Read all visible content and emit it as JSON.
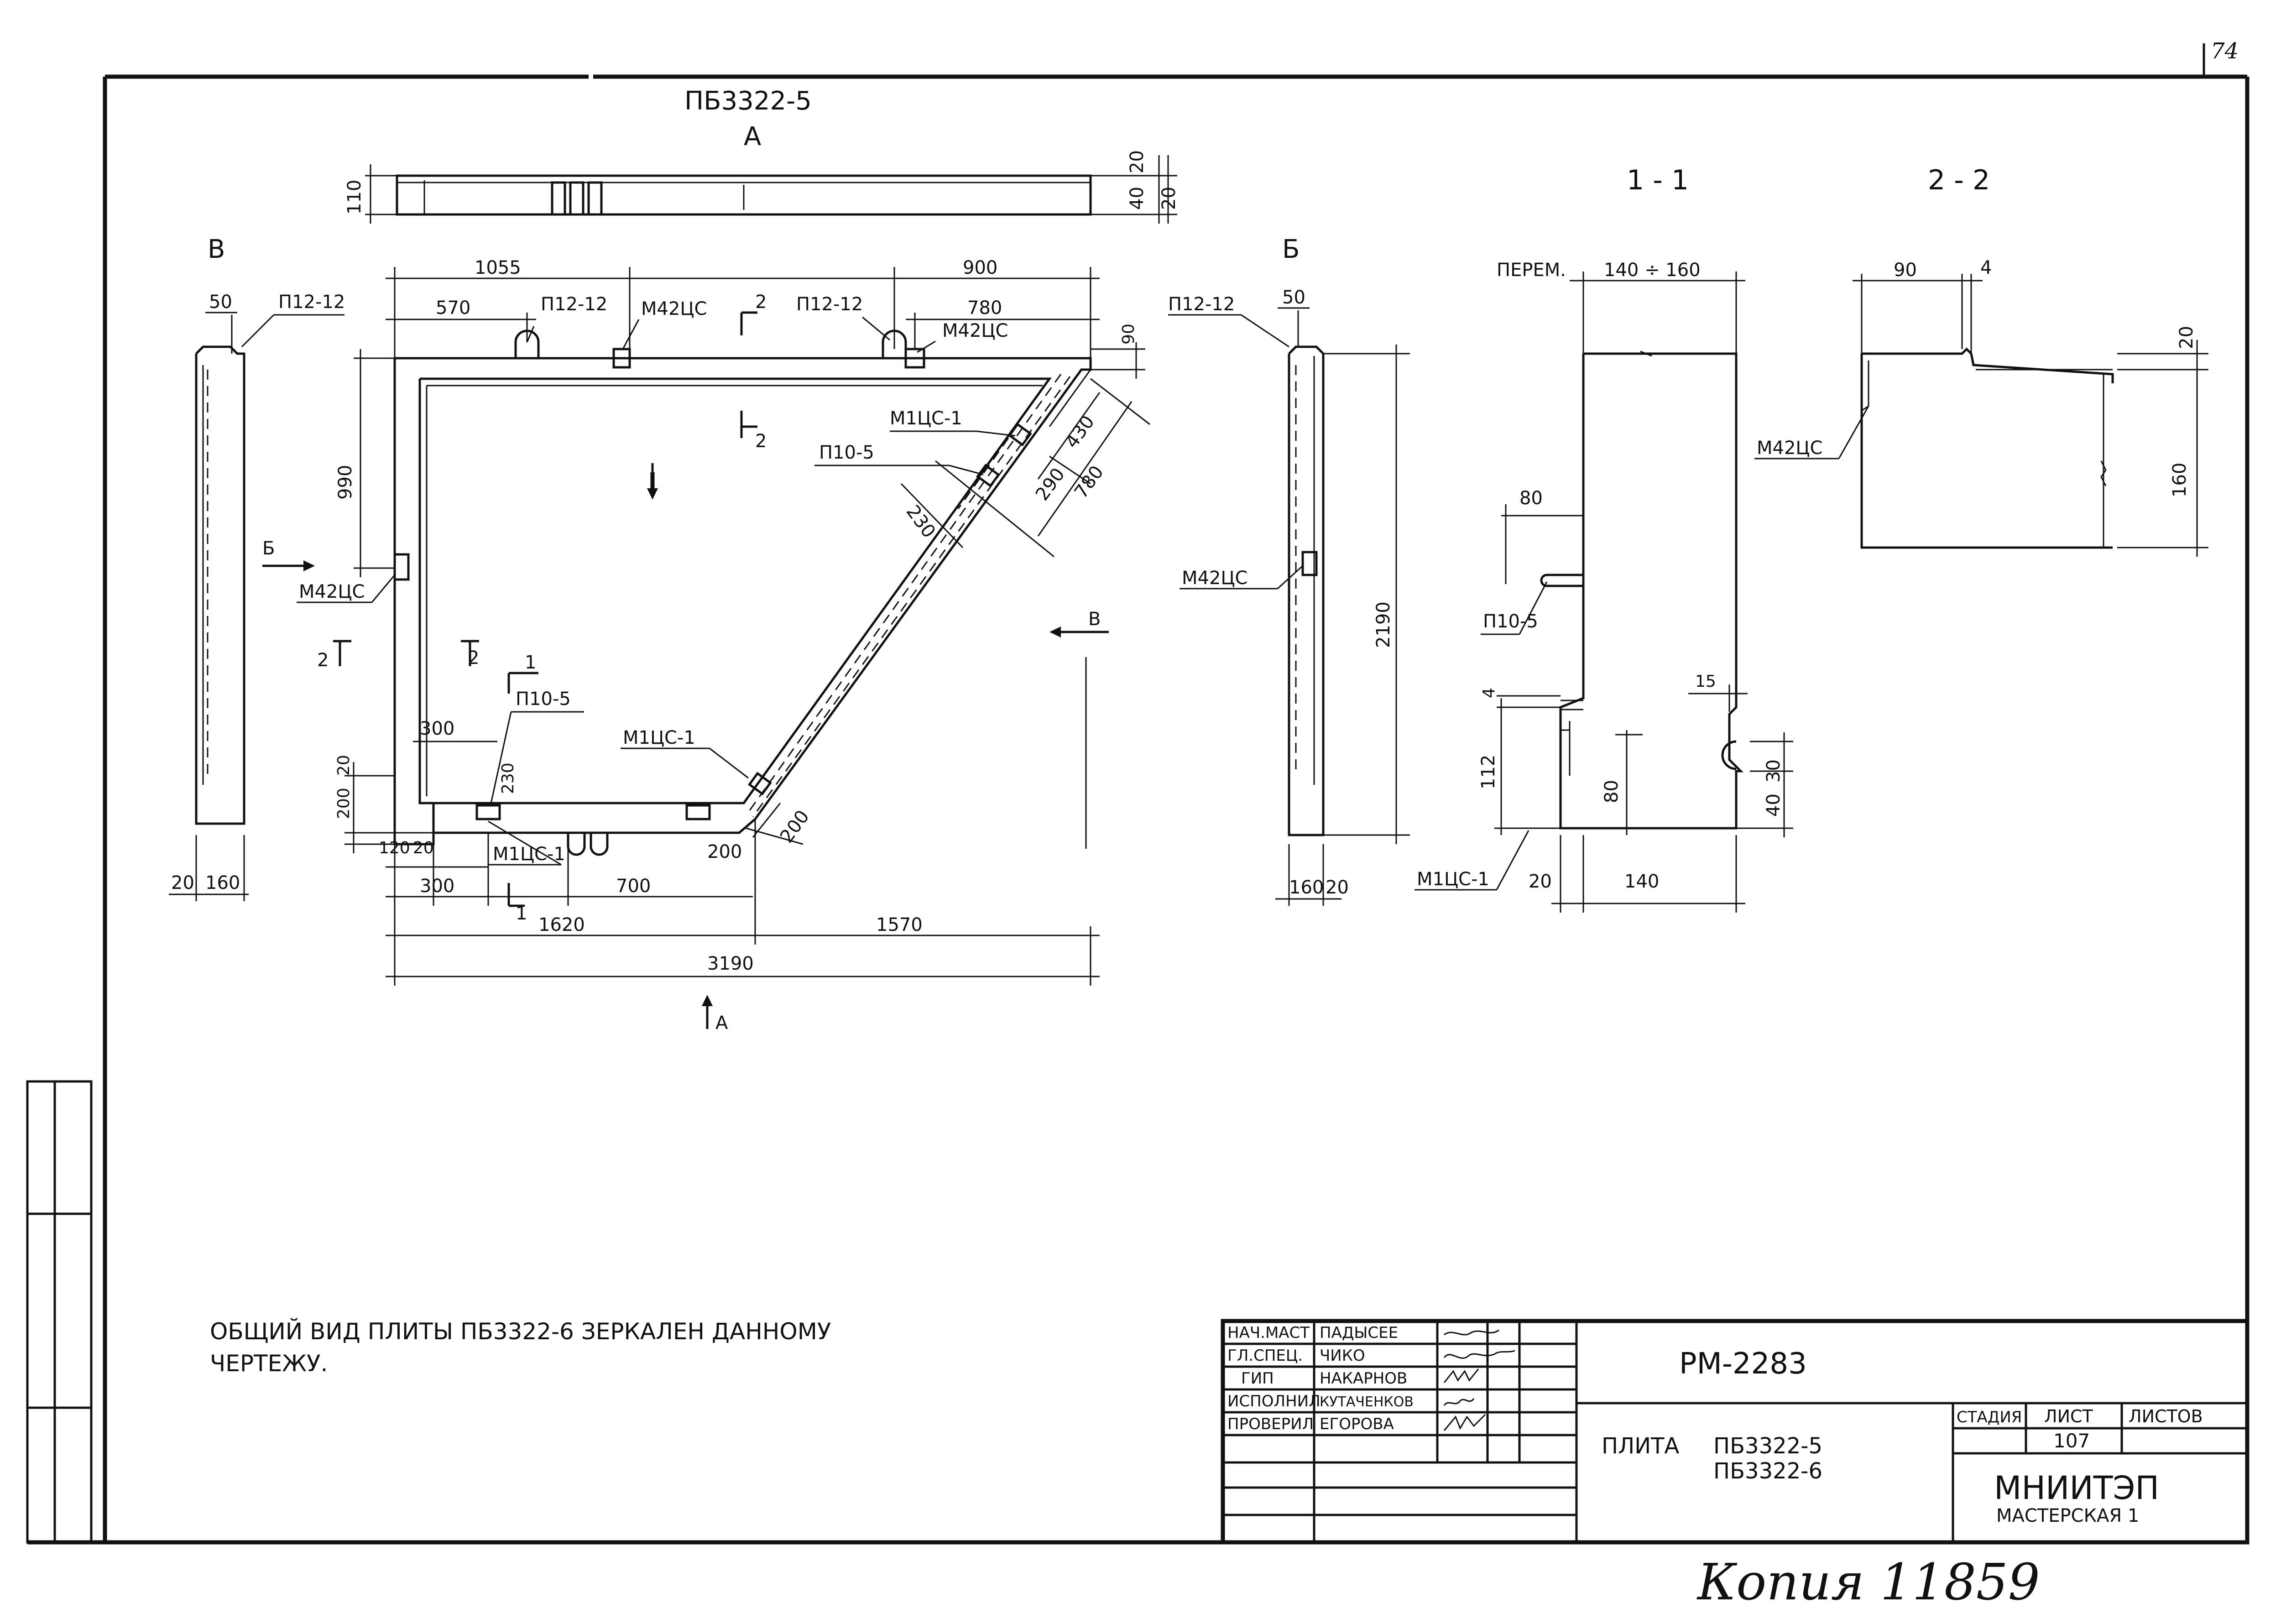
{
  "drawing": {
    "title_mark": "ПБ3322-5",
    "corner_mark": "74",
    "plan": {
      "dims": {
        "d1055": "1055",
        "d900": "900",
        "d570": "570",
        "d780": "780",
        "d90": "90",
        "d990": "990",
        "d430": "430",
        "d290": "290",
        "d230": "230",
        "d780b": "780",
        "d300": "300",
        "d230b": "230",
        "d200a": "200",
        "d20a": "20",
        "d120": "120",
        "d20b": "20",
        "d300b": "300",
        "d700": "700",
        "d200b": "200",
        "d200c": "200",
        "d1620": "1620",
        "d1570": "1570",
        "d3190": "3190"
      },
      "labels": {
        "p1212_a": "П12-12",
        "m42_a": "М42ЦС",
        "p1212_b": "П12-12",
        "m42_b": "М42ЦС",
        "m1_a": "М1ЦС-1",
        "p105_a": "П10-5",
        "m42_c": "М42ЦС",
        "p105_b": "П10-5",
        "m1_b": "М1ЦС-1",
        "m1_c": "М1ЦС-1"
      },
      "sections": {
        "s2": "2",
        "s2b": "2",
        "s2c": "2",
        "s2d": "2",
        "s1": "1",
        "s1b": "1",
        "vA": "А",
        "vB": "Б",
        "vV": "В",
        "vA2": "А"
      }
    },
    "view_a": {
      "label": "А",
      "d20": "20",
      "d40": "40",
      "d20b": "20",
      "d110": "110"
    },
    "view_v": {
      "label": "В",
      "d50": "50",
      "p1212": "П12-12",
      "d20": "20",
      "d160": "160"
    },
    "view_b": {
      "label": "Б",
      "d50": "50",
      "p1212": "П12-12",
      "m42": "М42ЦС",
      "d2190": "2190",
      "d160": "160",
      "d20": "20"
    },
    "section_1": {
      "label": "1 - 1",
      "perem": "ПЕРЕМ.",
      "d140_160": "140 ÷ 160",
      "d80": "80",
      "p105": "П10-5",
      "d4": "4",
      "d15": "15",
      "d112": "112",
      "d80b": "80",
      "d30": "30",
      "d40": "40",
      "m1": "М1ЦС-1",
      "d20": "20",
      "d140": "140"
    },
    "section_2": {
      "label": "2 - 2",
      "d90": "90",
      "d4": "4",
      "d20": "20",
      "m42": "М42ЦС",
      "d160": "160"
    },
    "note": {
      "line1": "ОБЩИЙ ВИД ПЛИТЫ ПБ3322-6 ЗЕРКАЛЕН ДАННОМУ",
      "line2": "ЧЕРТЕЖУ."
    }
  },
  "title_block": {
    "roles": [
      "НАЧ.МАСТ",
      "ГЛ.СПЕЦ.",
      "ГИП",
      "ИСПОЛНИЛ",
      "ПРОВЕРИЛ"
    ],
    "names": [
      "ПАДЫСЕЕ",
      "ЧИКО",
      "НАКАРНОВ",
      "КУТАЧЕНКОВ",
      "ЕГОРОВА"
    ],
    "code": "РМ-2283",
    "item": "ПЛИТА",
    "marks": [
      "ПБ3322-5",
      "ПБ3322-6"
    ],
    "col_stage": "СТАДИЯ",
    "col_sheet": "ЛИСТ",
    "col_sheets": "ЛИСТОВ",
    "sheet_no": "107",
    "org": "МНИИТЭП",
    "workshop": "МАСТЕРСКАЯ 1"
  },
  "stamp": "Копия 11859"
}
